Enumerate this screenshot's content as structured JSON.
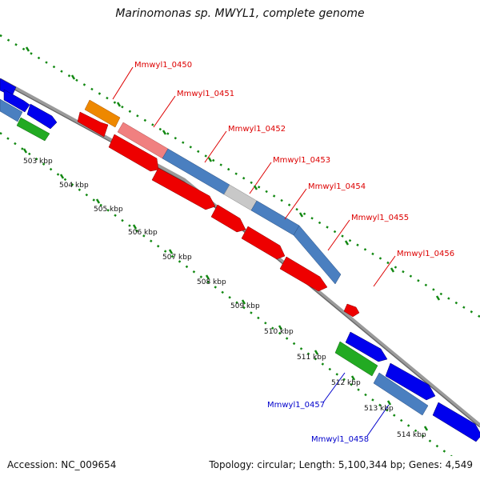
{
  "title": "Marinomonas sp. MWYL1, complete genome",
  "footer": {
    "accession": "Accession: NC_009654",
    "stats": "Topology: circular; Length: 5,100,344 bp; Genes: 4,549"
  },
  "colors": {
    "forward_gene": "#0000ee",
    "reverse_gene": "#ee0000",
    "cds_track": "#4a7fc0",
    "rna_gene": "#22aa22",
    "other_gene": "#ee8800",
    "pink_segment": "#f08080",
    "grey_segment": "#c8c8c8",
    "backbone": "#888888",
    "dotted_guide": "#118811",
    "label_red": "#dd0000",
    "label_blue": "#0000cc"
  },
  "ticks": [
    {
      "label": "503 kbp"
    },
    {
      "label": "504 kbp"
    },
    {
      "label": "505 kbp"
    },
    {
      "label": "506 kbp"
    },
    {
      "label": "507 kbp"
    },
    {
      "label": "508 kbp"
    },
    {
      "label": "509 kbp"
    },
    {
      "label": "510 kbp"
    },
    {
      "label": "511 kbp"
    },
    {
      "label": "512 kbp"
    },
    {
      "label": "513 kbp"
    },
    {
      "label": "514 kbp"
    }
  ],
  "gene_labels": [
    {
      "name": "Mmwyl1_0450",
      "color": "red"
    },
    {
      "name": "Mmwyl1_0451",
      "color": "red"
    },
    {
      "name": "Mmwyl1_0452",
      "color": "red"
    },
    {
      "name": "Mmwyl1_0453",
      "color": "red"
    },
    {
      "name": "Mmwyl1_0454",
      "color": "red"
    },
    {
      "name": "Mmwyl1_0455",
      "color": "red"
    },
    {
      "name": "Mmwyl1_0456",
      "color": "red"
    },
    {
      "name": "Mmwyl1_0457",
      "color": "blue"
    },
    {
      "name": "Mmwyl1_0458",
      "color": "blue"
    }
  ]
}
